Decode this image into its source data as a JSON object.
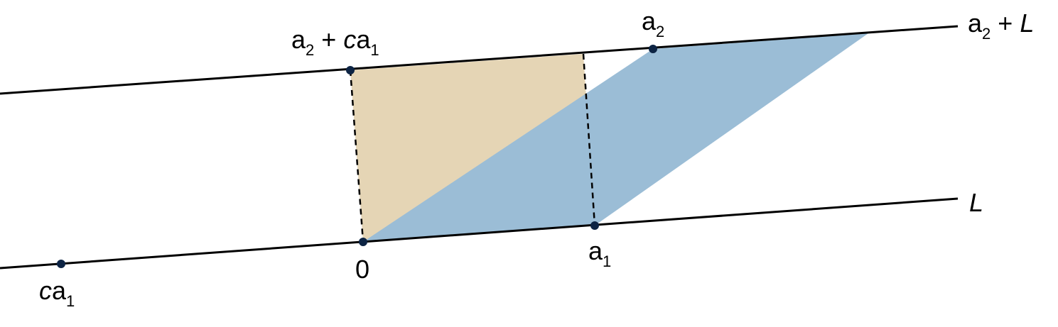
{
  "colors": {
    "line": "#000000",
    "point": "#0d2444",
    "blue_region": "#9bbdd6",
    "tan_region": "#e5d5b5",
    "background": "#ffffff"
  },
  "labels": {
    "line_L": "L",
    "line_top_prefix": "a",
    "line_top_sub": "2",
    "line_top_plus": " + ",
    "line_top_L": "L",
    "pt_zero": "0",
    "pt_a1": "a",
    "pt_a1_sub": "1",
    "pt_a2": "a",
    "pt_a2_sub": "2",
    "pt_ca1_c": "c",
    "pt_ca1_a": "a",
    "pt_ca1_sub": "1",
    "pt_top_a": "a",
    "pt_top_sub": "2",
    "pt_top_plus": " + ",
    "pt_top_c": "c",
    "pt_top_a2": "a",
    "pt_top_sub2": "1"
  }
}
